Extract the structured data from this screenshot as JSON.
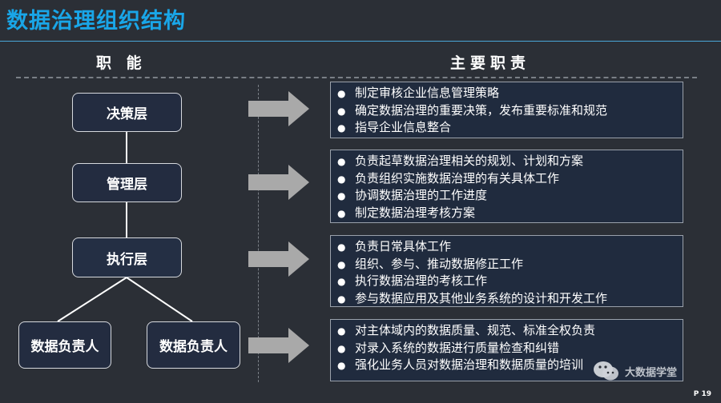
{
  "title": "数据治理组织结构",
  "headers": {
    "function": "职 能",
    "responsibility": "主要职责"
  },
  "org": {
    "decision": "决策层",
    "management": "管理层",
    "execution": "执行层",
    "owner_left": "数据负责人",
    "owner_right": "数据负责人"
  },
  "bullet_symbol": "●",
  "panels": [
    {
      "items": [
        "制定审核企业信息管理策略",
        "确定数据治理的重要决策，发布重要标准和规范",
        "指导企业信息整合"
      ]
    },
    {
      "items": [
        "负责起草数据治理相关的规划、计划和方案",
        "负责组织实施数据治理的有关具体工作",
        "协调数据治理的工作进度",
        "制定数据治理考核方案"
      ]
    },
    {
      "items": [
        "负责日常具体工作",
        "组织、参与、推动数据修正工作",
        "执行数据治理的考核工作",
        "参与数据应用及其他业务系统的设计和开发工作"
      ]
    },
    {
      "items": [
        "对主体域内的数据质量、规范、标准全权负责",
        "对录入系统的数据进行质量检查和纠错",
        "强化业务人员对数据治理和数据质量的培训"
      ]
    }
  ],
  "watermark": "大数据学堂",
  "page_number": "P 19",
  "colors": {
    "title": "#19a6e8",
    "background": "#2b2f36",
    "node_fill": "#232c40",
    "arrow": "#a9a9a9"
  }
}
